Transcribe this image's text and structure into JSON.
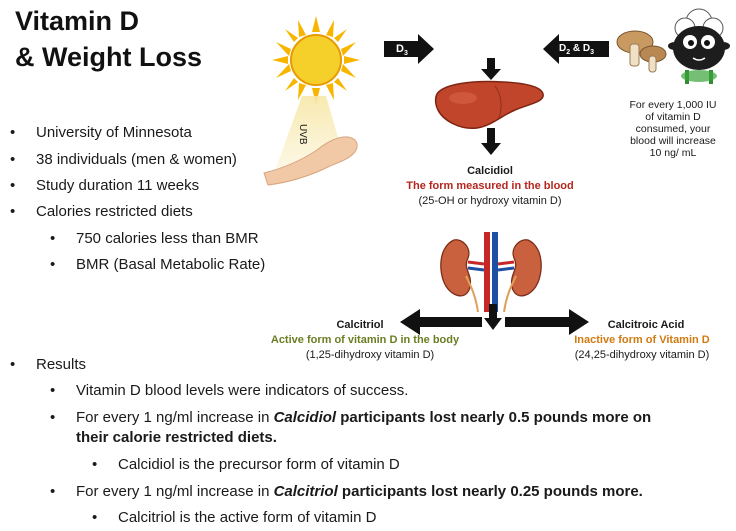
{
  "title": {
    "line1": "Vitamin D",
    "line2": "& Weight Loss"
  },
  "study_bullets": [
    "University of Minnesota",
    "38 individuals (men & women)",
    "Study duration 11 weeks",
    "Calories restricted diets"
  ],
  "sub_bullets": [
    "750 calories less than BMR",
    "BMR (Basal Metabolic Rate)"
  ],
  "results": {
    "label": "Results",
    "item1": "Vitamin D blood levels were indicators of success.",
    "item2_pre": "For every 1 ng/ml increase in ",
    "item2_em": "Calcidiol",
    "item2_post": " participants lost nearly 0.5 pounds more on",
    "item2_line2": "their calorie restricted diets.",
    "item2_sub": "Calcidiol is the precursor form of vitamin D",
    "item3_pre": "For every 1 ng/ml increase in ",
    "item3_em": "Calcitriol",
    "item3_post": " participants lost nearly 0.25 pounds more.",
    "item3_sub": "Calcitriol is the active form of vitamin D"
  },
  "diagram": {
    "uvb": "UVB",
    "d3_label": "D",
    "d3_sub": "3",
    "d2d3_a": "D",
    "d2d3_a_sub": "2",
    "d2d3_amp": " & D",
    "d2d3_b_sub": "3",
    "food_note": [
      "For every 1,000 IU",
      "of vitamin D",
      "consumed, your",
      "blood will increase",
      "10 ng/ mL"
    ],
    "calcidiol": {
      "name": "Calcidiol",
      "desc": "The form measured in the blood",
      "chem": "(25-OH or hydroxy vitamin D)"
    },
    "calcitriol": {
      "name": "Calcitriol",
      "desc": "Active form of vitamin D in the body",
      "chem": "(1,25-dihydroxy vitamin D)"
    },
    "calcitroic": {
      "name": "Calcitroic Acid",
      "desc": "Inactive form of Vitamin D",
      "chem": "(24,25-dihydroxy vitamin D)"
    }
  },
  "colors": {
    "calcidiol_desc": "#b5261e",
    "calcitriol_desc": "#6b7d22",
    "calcitroic_desc": "#d07a10"
  }
}
